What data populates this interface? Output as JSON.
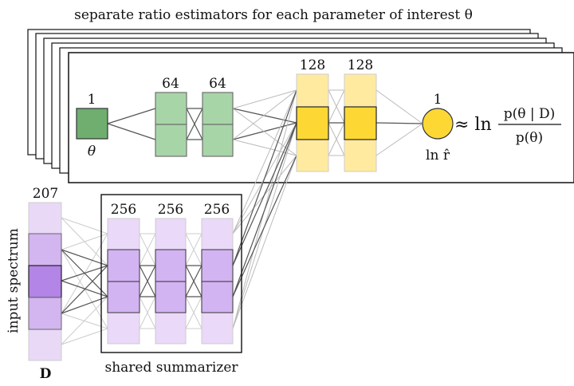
{
  "title": "separate ratio estimators for each parameter of interest θ",
  "estimator": {
    "input_size": "1",
    "input_symbol": "θ",
    "hidden1_size": "64",
    "hidden2_size": "64",
    "merge1_size": "128",
    "merge2_size": "128",
    "output_size": "1",
    "output_symbol": "ln r̂",
    "approx": "≈ ln",
    "fraction_numerator": "p(θ | D)",
    "fraction_denominator": "p(θ)"
  },
  "summarizer": {
    "input_size": "207",
    "input_label": "input spectrum",
    "input_symbol": "D",
    "layer1_size": "256",
    "layer2_size": "256",
    "layer3_size": "256",
    "box_label": "shared summarizer"
  },
  "colors": {
    "theta_node": "#6fae6f",
    "hidden_green": "#a8d5a8",
    "merge_light": "#ffeaa0",
    "merge_dark": "#fdd835",
    "output_node": "#fdd835",
    "input_light": "#e9d9f7",
    "input_mid": "#d3b5f0",
    "input_dark": "#b385e6",
    "summ_light": "#ead9f8",
    "summ_dark": "#d2b4f2"
  }
}
